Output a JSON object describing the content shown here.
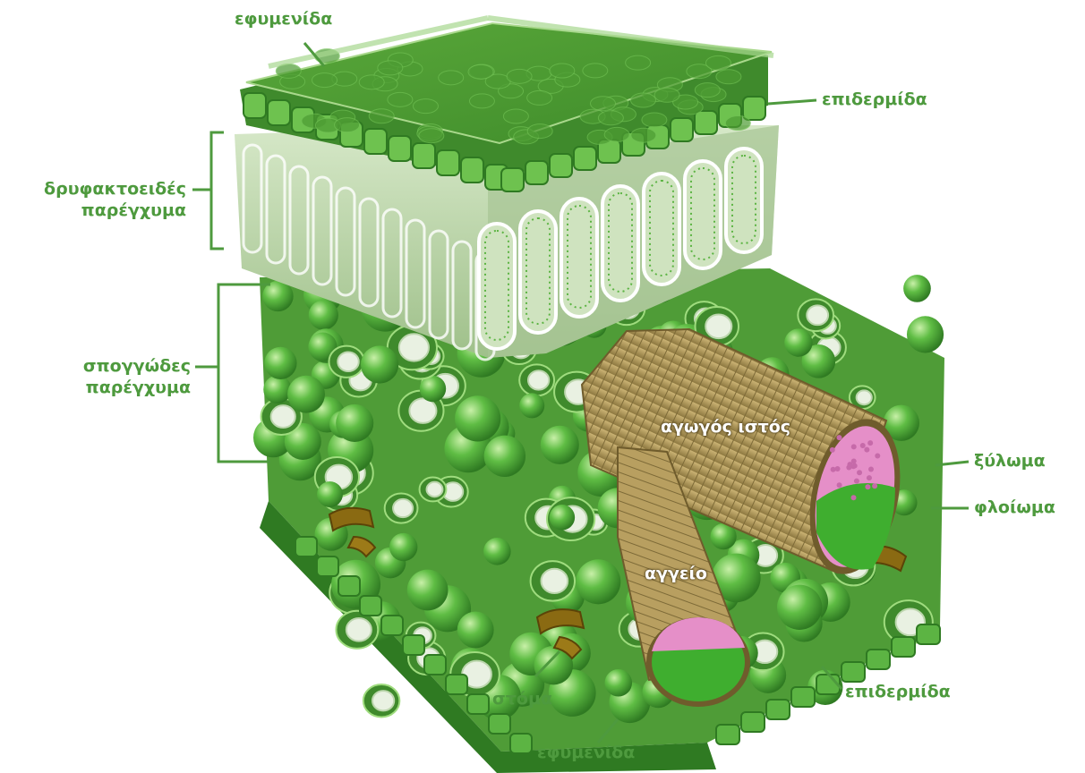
{
  "labels": {
    "cuticle_top": "εφυμενίδα",
    "epidermis_top": "επιδερμίδα",
    "palisade_line1": "δρυφακτοειδές",
    "palisade_line2": "παρέγχυμα",
    "spongy_line1": "σπογγώδες",
    "spongy_line2": "παρέγχυμα",
    "vascular_tissue": "αγωγός ιστός",
    "xylem": "ξύλωμα",
    "phloem": "φλοίωμα",
    "vessel": "αγγείο",
    "stoma": "στόμα",
    "epidermis_bottom": "επιδερμίδα",
    "cuticle_bottom": "εφυμενίδα"
  },
  "colors": {
    "label": "#4e9a3e",
    "leaf_dark": "#3f8a2c",
    "leaf_mid": "#5cb443",
    "leaf_light": "#9fdc7e",
    "palisade": "#b9d3a8",
    "vein": "#b39a5c",
    "vein_dark": "#7d6a37",
    "xylem_fill": "#e58fc8",
    "phloem_fill": "#3fae2f",
    "stoma": "#8a6a12"
  }
}
